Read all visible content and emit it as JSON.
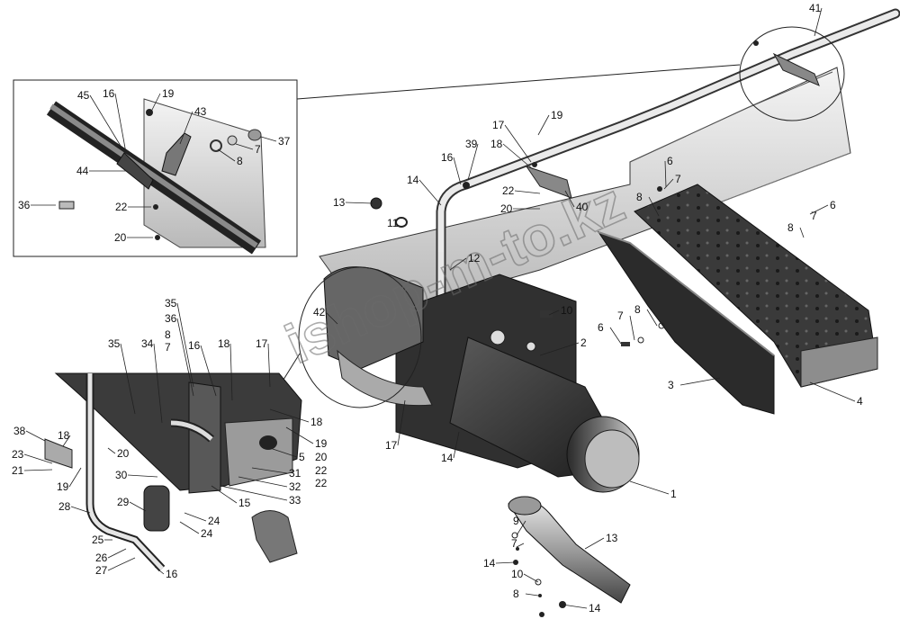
{
  "watermark": "ishop-m-to.kz",
  "callouts": [
    "1",
    "2",
    "3",
    "4",
    "5",
    "6",
    "6",
    "6",
    "7",
    "7",
    "7",
    "7",
    "7",
    "7",
    "8",
    "8",
    "8",
    "8",
    "8",
    "8",
    "9",
    "10",
    "10",
    "11",
    "12",
    "13",
    "13",
    "14",
    "14",
    "14",
    "14",
    "15",
    "16",
    "16",
    "16",
    "16",
    "17",
    "17",
    "17",
    "18",
    "18",
    "18",
    "18",
    "19",
    "19",
    "19",
    "19",
    "20",
    "20",
    "20",
    "20",
    "21",
    "22",
    "22",
    "22",
    "22",
    "23",
    "24",
    "24",
    "25",
    "26",
    "27",
    "28",
    "29",
    "30",
    "31",
    "32",
    "33",
    "34",
    "35",
    "35",
    "36",
    "36",
    "37",
    "38",
    "39",
    "40",
    "41",
    "42",
    "43",
    "44",
    "45"
  ]
}
